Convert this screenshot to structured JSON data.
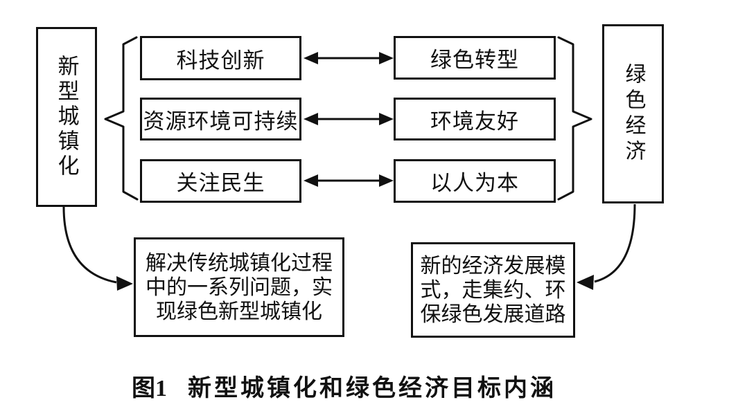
{
  "figure": {
    "caption": {
      "number": "图1",
      "title": "新型城镇化和绿色经济目标内涵"
    },
    "left_pillar": {
      "label": "新型城镇化"
    },
    "right_pillar": {
      "label": "绿色经济"
    },
    "pairs": [
      {
        "left": "科技创新",
        "right": "绿色转型"
      },
      {
        "left": "资源环境可持续",
        "right": "环境友好"
      },
      {
        "left": "关注民生",
        "right": "以人为本"
      }
    ],
    "bottom_left_note": {
      "lines": [
        "解决传统城镇化过程",
        "中的一系列问题，实",
        "现绿色新型城镇化"
      ]
    },
    "bottom_right_note": {
      "lines": [
        "新的经济发展模",
        "式，走集约、环",
        "保绿色发展道路"
      ]
    },
    "colors": {
      "line": "#111111",
      "text": "#111111",
      "background": "#ffffff"
    }
  }
}
